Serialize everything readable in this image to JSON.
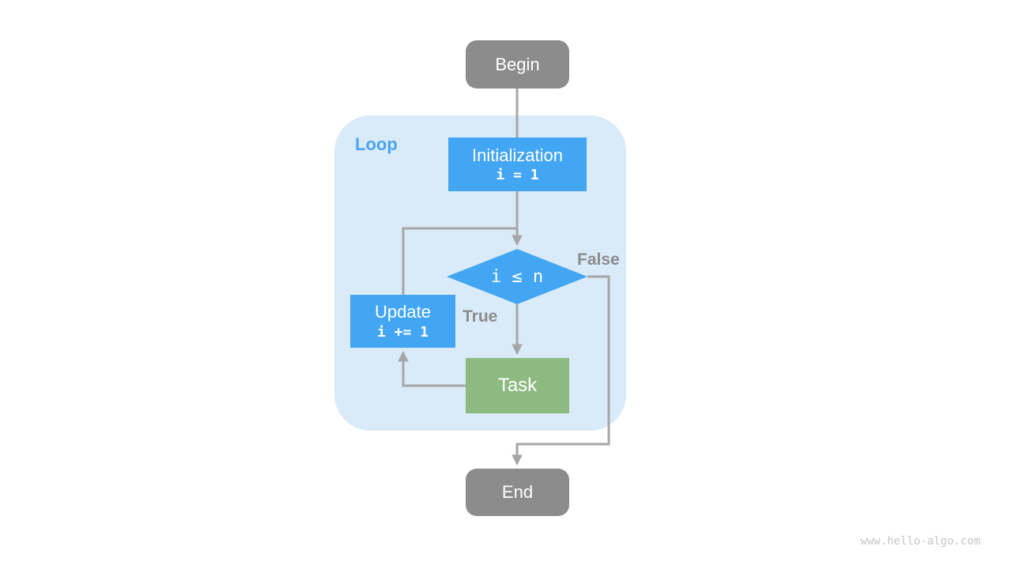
{
  "colors": {
    "background": "#ffffff",
    "node_blue": "#43a6f2",
    "node_green": "#8cba80",
    "node_gray": "#8c8c8c",
    "loop_container_fill": "#d9eaf9",
    "loop_label_blue": "#4aa5ee",
    "edge_gray": "#a6a6a6",
    "branch_label_gray": "#8c8c8c",
    "watermark_gray": "#c6c6c6",
    "node_text": "#ffffff"
  },
  "diagram": {
    "loop_label": "Loop",
    "nodes": {
      "begin": {
        "label": "Begin"
      },
      "initialization": {
        "label": "Initialization",
        "code": "i = 1"
      },
      "condition": {
        "label": "i ≤ n"
      },
      "update": {
        "label": "Update",
        "code": "i += 1"
      },
      "task": {
        "label": "Task"
      },
      "end": {
        "label": "End"
      }
    },
    "branch_labels": {
      "true_label": "True",
      "false_label": "False"
    }
  },
  "watermark": "www.hello-algo.com"
}
